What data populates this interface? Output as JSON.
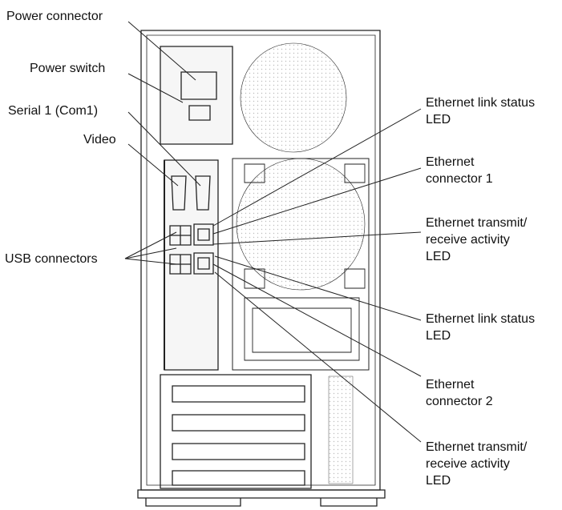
{
  "labels": {
    "power_connector": "Power connector",
    "power_switch": "Power switch",
    "serial_port": "Serial 1 (Com1)",
    "video": "Video",
    "usb_connectors": "USB connectors",
    "eth_link_status_1": [
      "Ethernet link status",
      "LED"
    ],
    "eth_connector_1": [
      "Ethernet",
      "connector 1"
    ],
    "eth_activity_1": [
      "Ethernet transmit/",
      "receive activity",
      "LED"
    ],
    "eth_link_status_2": [
      "Ethernet link status",
      "LED"
    ],
    "eth_connector_2": [
      "Ethernet",
      "connector 2"
    ],
    "eth_activity_2": [
      "Ethernet transmit/",
      "receive activity",
      "LED"
    ]
  },
  "colors": {
    "line": "#222222",
    "fan_stipple": "#bdbdbd",
    "panel_fill": "#f6f6f6",
    "background": "#ffffff"
  }
}
